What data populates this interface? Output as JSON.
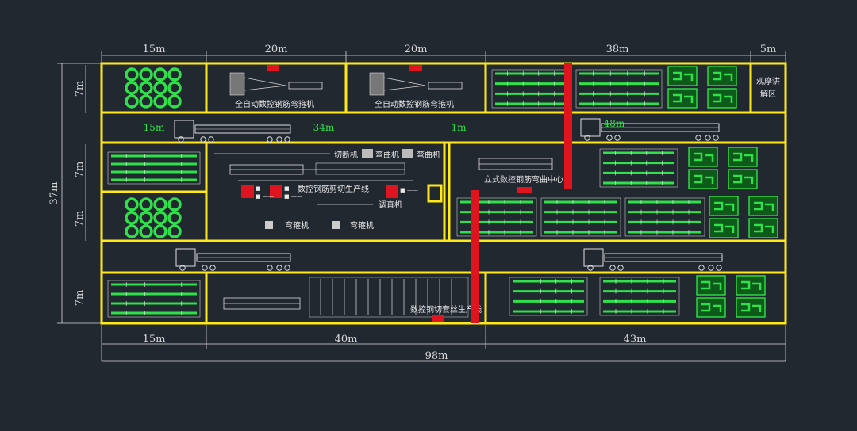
{
  "dimensions": {
    "top": [
      "15m",
      "20m",
      "20m",
      "38m",
      "5m"
    ],
    "bottom": [
      "15m",
      "40m",
      "43m"
    ],
    "total": "98m",
    "left_total": "37m",
    "rows": [
      "7m",
      "7m",
      "7m",
      "7m"
    ],
    "road": [
      "15m",
      "34m",
      "1m",
      "48m"
    ]
  },
  "labels": {
    "bender1": "全自动数控钢筋弯箍机",
    "bender2": "全自动数控钢筋弯箍机",
    "rest_area": "观摩讲解区",
    "cutter": "切断机",
    "bend_a": "弯曲机",
    "bend_b": "弯曲机",
    "shear_line": "数控钢筋剪切生产线",
    "straightener": "调直机",
    "vertical_center": "立式数控钢筋弯曲中心",
    "bend_c": "弯箍机",
    "bend_d": "弯箍机",
    "saw_line": "数控钢切套丝生产线"
  },
  "colors": {
    "background": "#212830",
    "zone_border": "#ffe81a",
    "rebar": "#2fe04a",
    "machine_marker": "#e0141e",
    "lines": "#d8d8d8"
  }
}
